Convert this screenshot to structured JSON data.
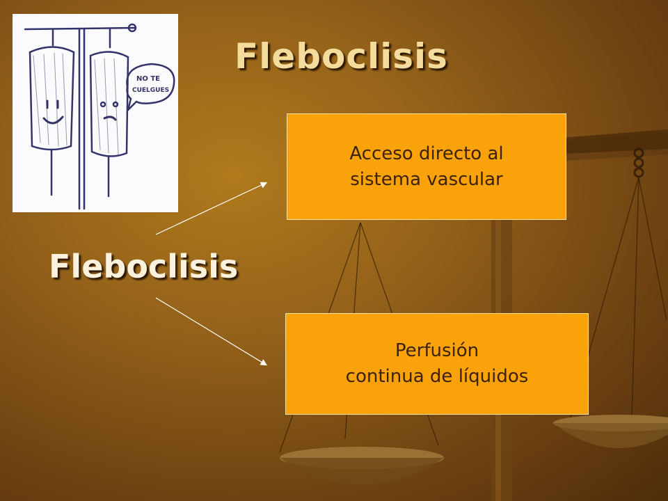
{
  "slide": {
    "title": "Fleboclisis",
    "main_term": "Fleboclisis",
    "boxes": [
      {
        "text": "Acceso directo al\nsistema vascular"
      },
      {
        "text": "Perfusión\ncontinua de líquidos"
      }
    ],
    "illustration": {
      "bubble_text_1": "NO TE",
      "bubble_text_2": "CUELGUES"
    }
  },
  "colors": {
    "box_fill": "#f9a20a",
    "title_text": "#f3dc9c",
    "term_text": "#fbf1dc",
    "box_text": "#3d2203"
  }
}
